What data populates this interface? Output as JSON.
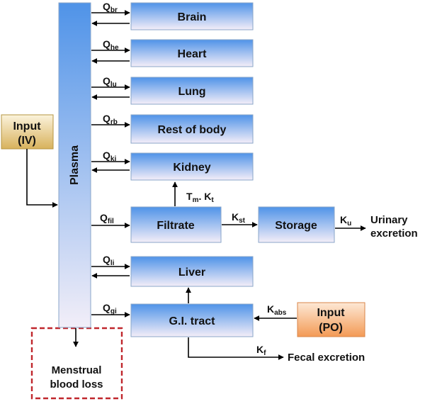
{
  "compartments": {
    "plasma": "Plasma",
    "brain": "Brain",
    "heart": "Heart",
    "lung": "Lung",
    "rest_of_body": "Rest of body",
    "kidney": "Kidney",
    "filtrate": "Filtrate",
    "storage": "Storage",
    "liver": "Liver",
    "gi_tract": "G.I. tract"
  },
  "inputs": {
    "iv": {
      "line1": "Input",
      "line2": "(IV)"
    },
    "po": {
      "line1": "Input",
      "line2": "(PO)"
    }
  },
  "outputs": {
    "urinary": {
      "line1": "Urinary",
      "line2": "excretion"
    },
    "fecal": "Fecal excretion",
    "menstrual": {
      "line1": "Menstrual",
      "line2": "blood loss"
    }
  },
  "flows": {
    "q_br": {
      "main": "Q",
      "sub": "br"
    },
    "q_he": {
      "main": "Q",
      "sub": "he"
    },
    "q_lu": {
      "main": "Q",
      "sub": "lu"
    },
    "q_rb": {
      "main": "Q",
      "sub": "rb"
    },
    "q_ki": {
      "main": "Q",
      "sub": "ki"
    },
    "q_fil": {
      "main": "Q",
      "sub": "fil"
    },
    "q_li": {
      "main": "Q",
      "sub": "li"
    },
    "q_gi": {
      "main": "Q",
      "sub": "gi"
    }
  },
  "rates": {
    "tm_kt": {
      "a_main": "T",
      "a_sub": "m",
      "sep": ". K",
      "b_sub": "t"
    },
    "k_st": {
      "main": "K",
      "sub": "st"
    },
    "k_u": {
      "main": "K",
      "sub": "u"
    },
    "k_abs": {
      "main": "K",
      "sub": "abs"
    },
    "k_f": {
      "main": "K",
      "sub": "f"
    }
  },
  "colors": {
    "organ_top": "#4f93e8",
    "organ_bottom": "#f4eef8",
    "iv_input": "#e6c676",
    "po_input": "#f7b27a",
    "menstrual_border": "#c0272d"
  }
}
